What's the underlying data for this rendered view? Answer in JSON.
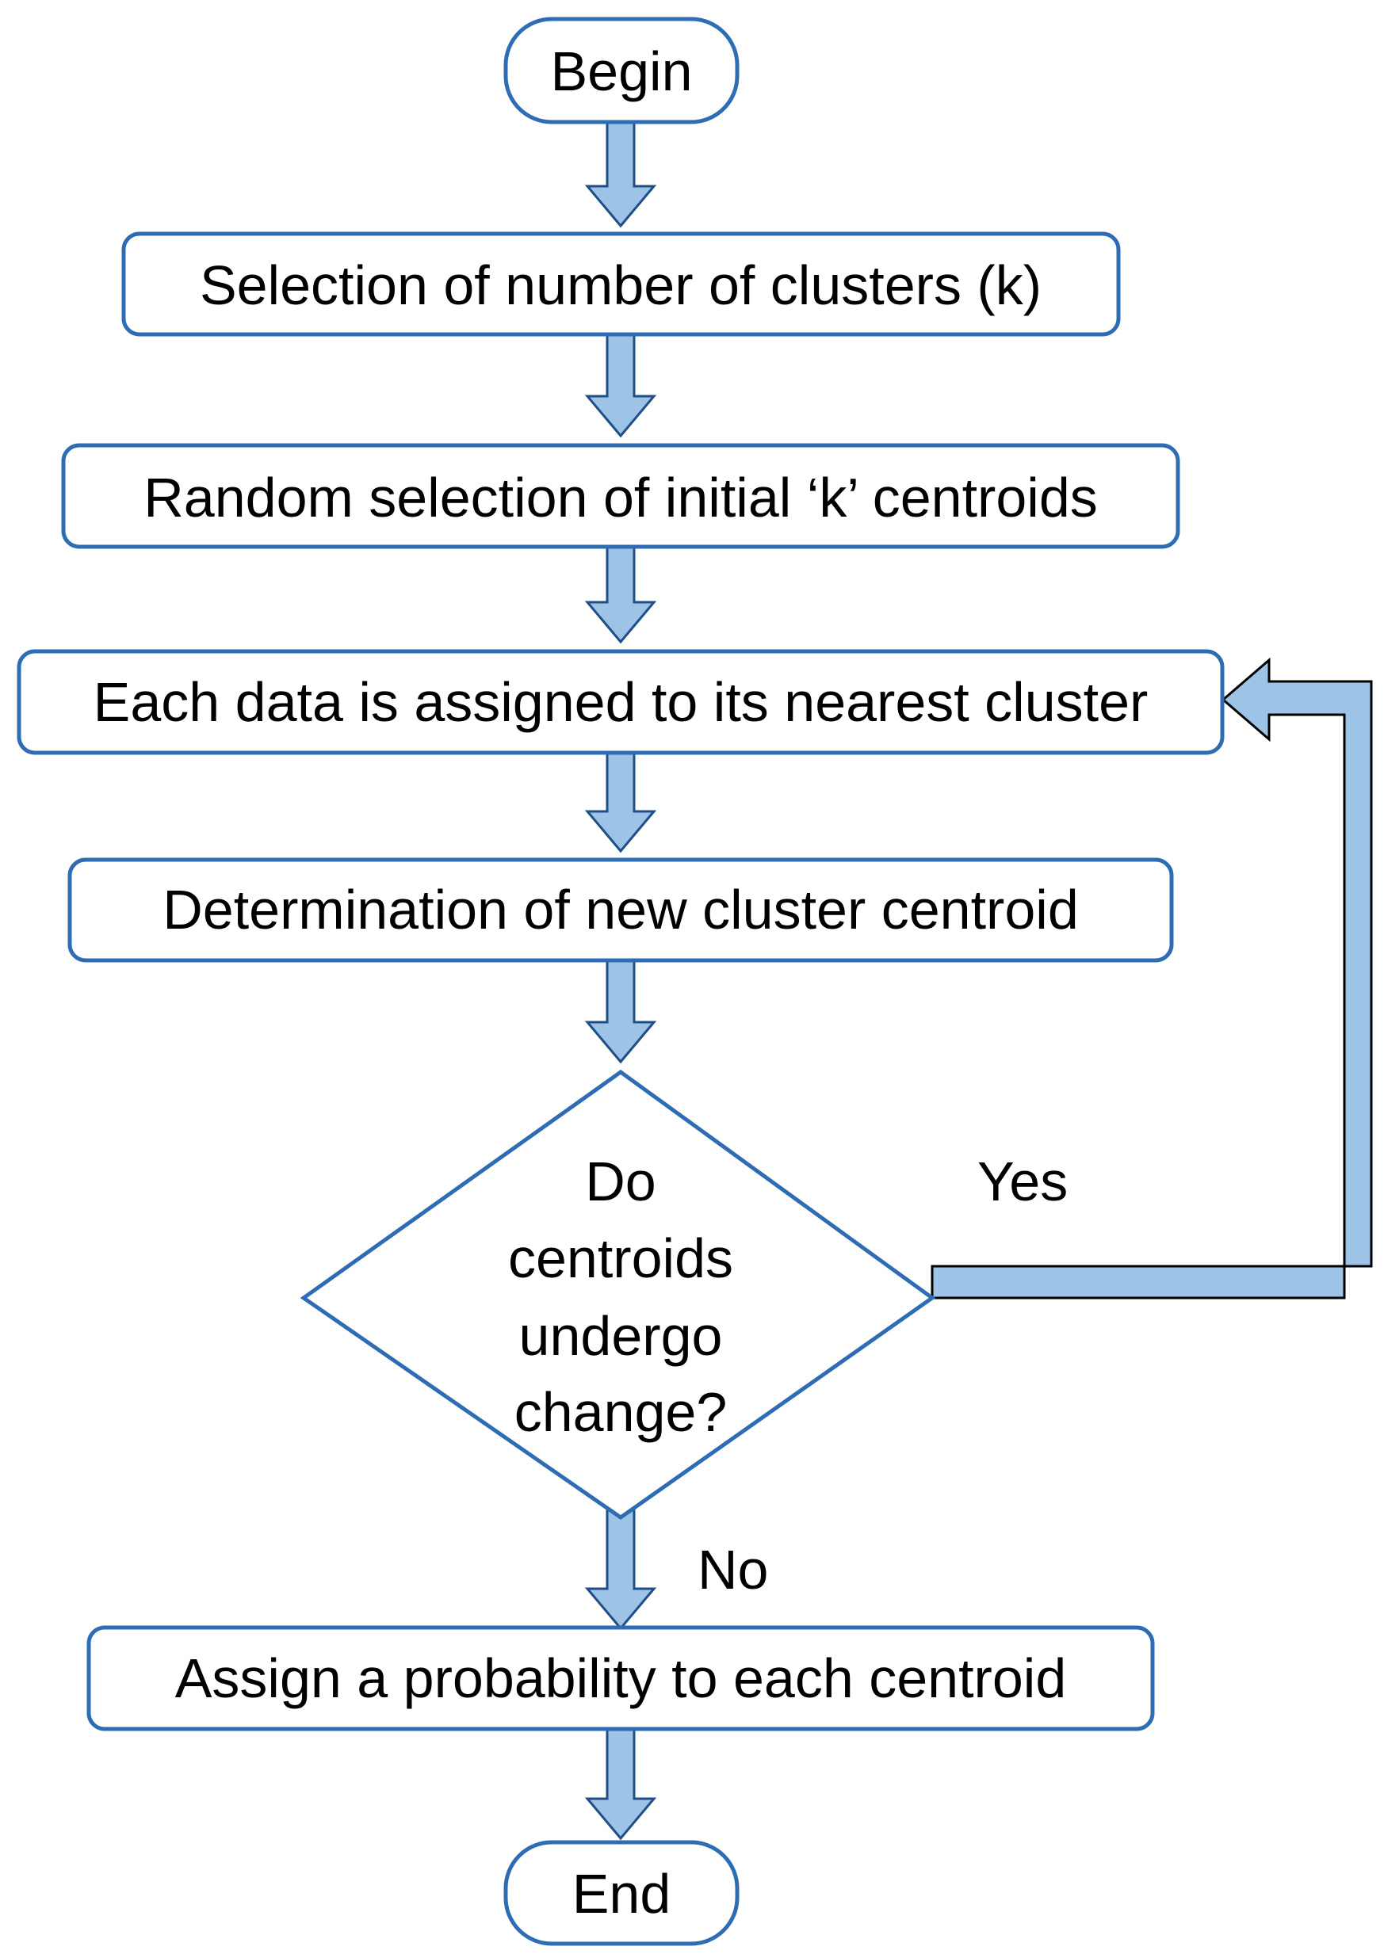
{
  "colors": {
    "stroke": "#2e6db4",
    "arrow_fill": "#9dc3e6",
    "arrow_stroke": "#1f4f86",
    "loop_fill": "#9dc3e6",
    "loop_stroke": "#000000",
    "text": "#000000",
    "background": "#ffffff"
  },
  "nodes": {
    "begin": {
      "label": "Begin",
      "shape": "terminator"
    },
    "select_k": {
      "label": "Selection of number of clusters (k)",
      "shape": "process"
    },
    "random_init": {
      "label": "Random selection of initial ‘k’ centroids",
      "shape": "process"
    },
    "assign": {
      "label": "Each data is assigned to its nearest cluster",
      "shape": "process"
    },
    "update": {
      "label": "Determination of new cluster centroid",
      "shape": "process"
    },
    "decision": {
      "shape": "decision",
      "lines": [
        "Do",
        "centroids",
        "undergo",
        "change?"
      ]
    },
    "probability": {
      "label": "Assign a probability to each centroid",
      "shape": "process"
    },
    "end": {
      "label": "End",
      "shape": "terminator"
    }
  },
  "edges": {
    "yes_label": "Yes",
    "no_label": "No"
  }
}
